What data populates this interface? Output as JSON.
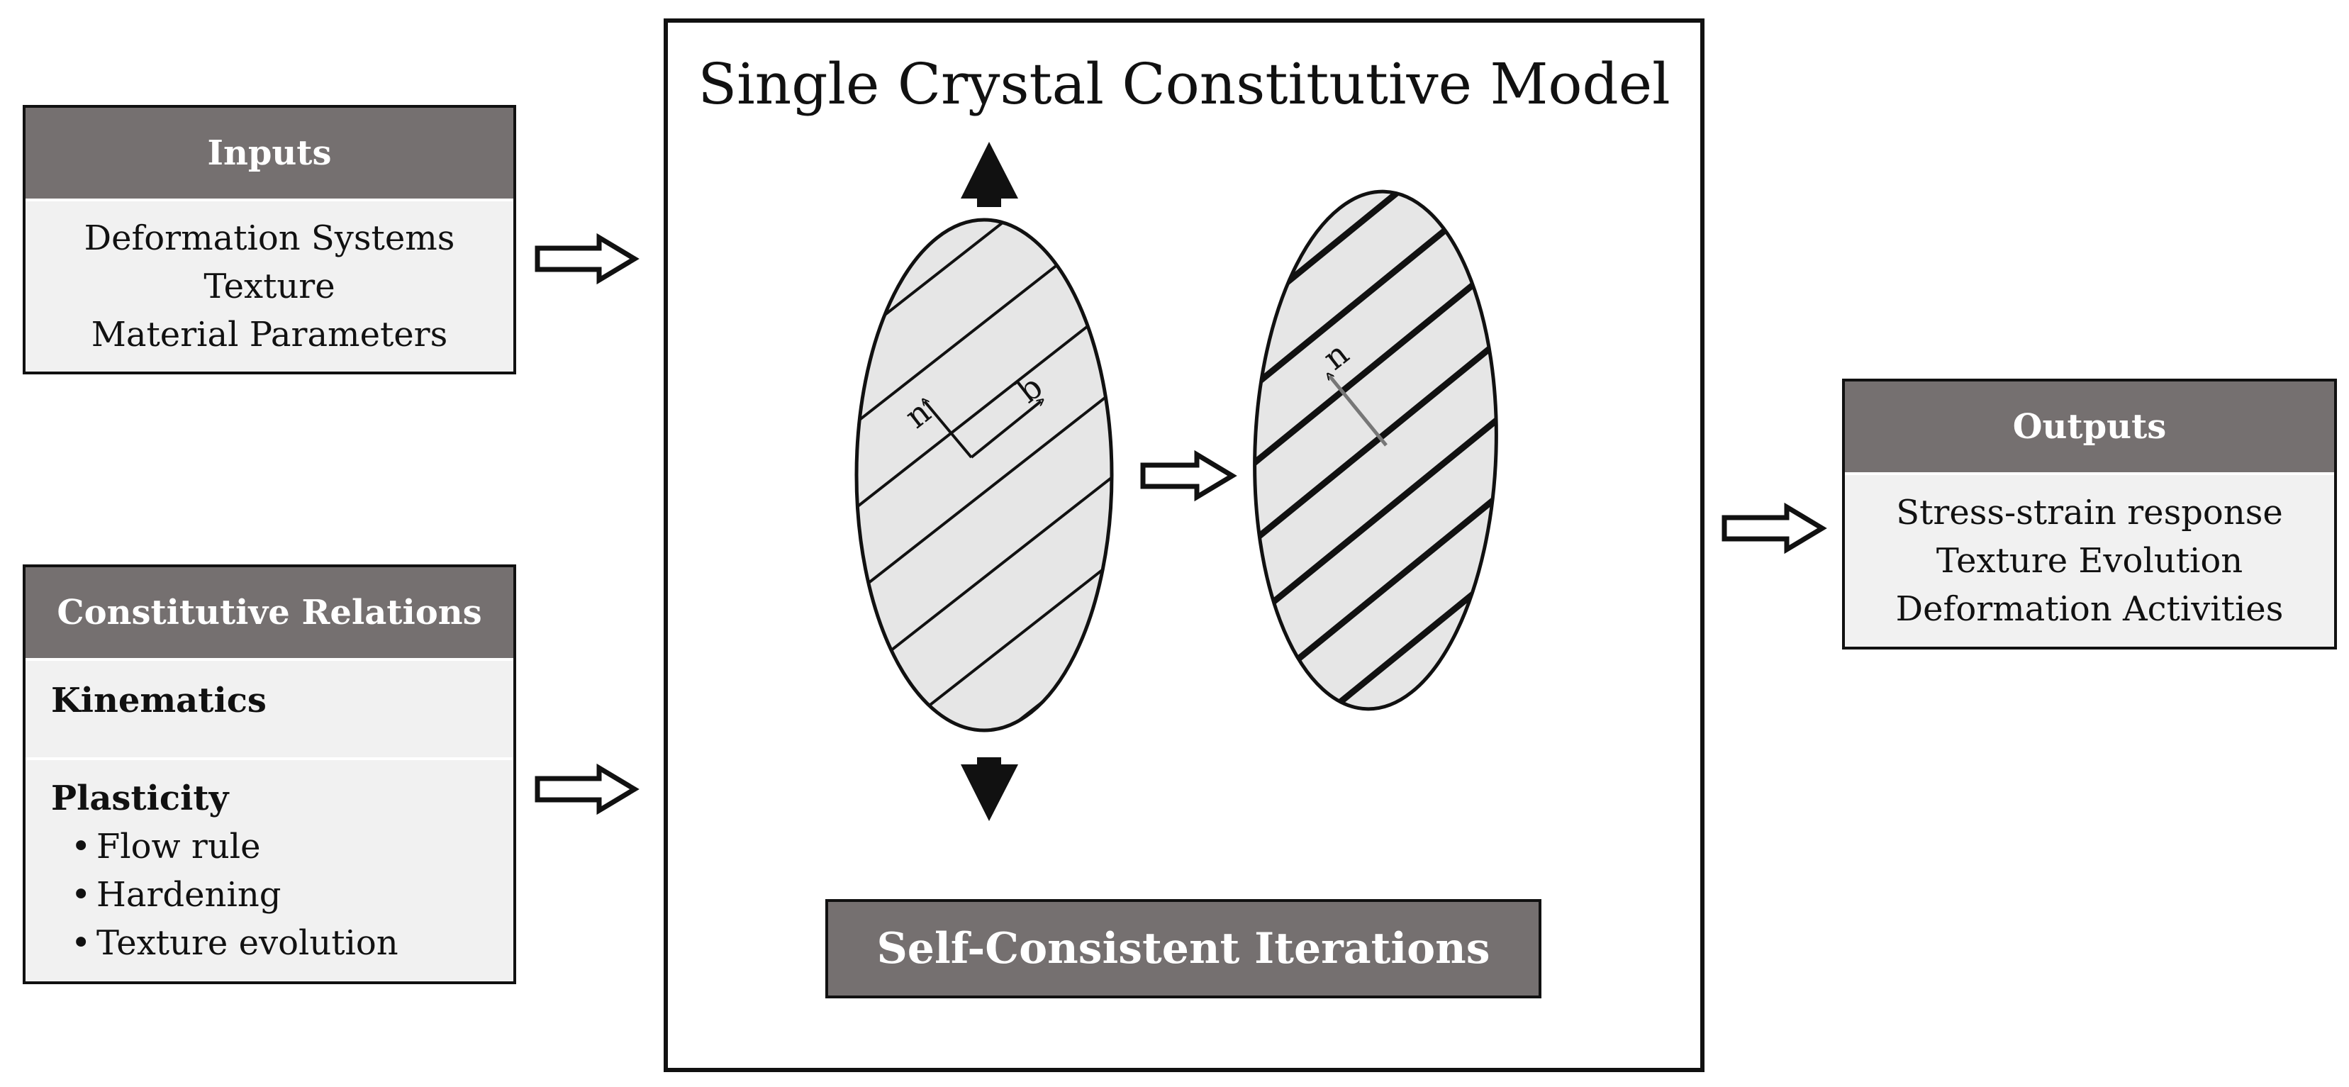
{
  "inputs": {
    "title": "Inputs",
    "items": [
      "Deformation Systems",
      "Texture",
      "Material Parameters"
    ]
  },
  "relations": {
    "title": "Constitutive Relations",
    "kinematics_label": "Kinematics",
    "plasticity_label": "Plasticity",
    "plasticity_items": [
      "Flow rule",
      "Hardening",
      "Texture evolution"
    ]
  },
  "model": {
    "title": "Single Crystal Constitutive Model",
    "normal_label": "n",
    "burgers_label": "b",
    "rotated_normal_label": "n",
    "iterations_label": "Self-Consistent Iterations"
  },
  "outputs": {
    "title": "Outputs",
    "items": [
      "Stress-strain response",
      "Texture Evolution",
      "Deformation Activities"
    ]
  },
  "colors": {
    "header_fill": "#757070",
    "panel_fill": "#f1f1f1",
    "ellipse_fill": "#e6e6e6",
    "stroke": "#111111"
  },
  "icons": {
    "flow_arrow": "hollow-right-arrow",
    "load_arrow": "solid-vertical-arrow"
  }
}
